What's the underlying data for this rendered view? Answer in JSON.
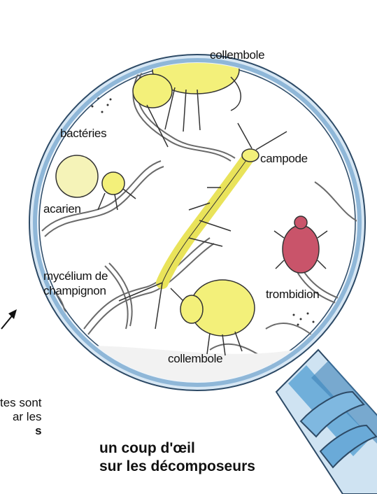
{
  "labels": {
    "bacteries": "bactéries",
    "acarien": "acarien",
    "mycelium_line1": "mycélium de",
    "mycelium_line2": "champignon",
    "collembole_top": "collembole",
    "campode": "campode",
    "trombidion": "trombidion",
    "collembole_bottom": "collembole"
  },
  "side_text": {
    "line1": "tes sont",
    "line2": "ar les",
    "line3": "s"
  },
  "caption": {
    "line1": "un coup d'œil",
    "line2": "sur les décomposeurs"
  },
  "colors": {
    "lens_rim": "#8fb7d8",
    "handle": "#5fa6d6",
    "organism_yellow": "#f3f07a",
    "mite_red": "#c9546a",
    "hyphae": "#6a6a6a"
  }
}
